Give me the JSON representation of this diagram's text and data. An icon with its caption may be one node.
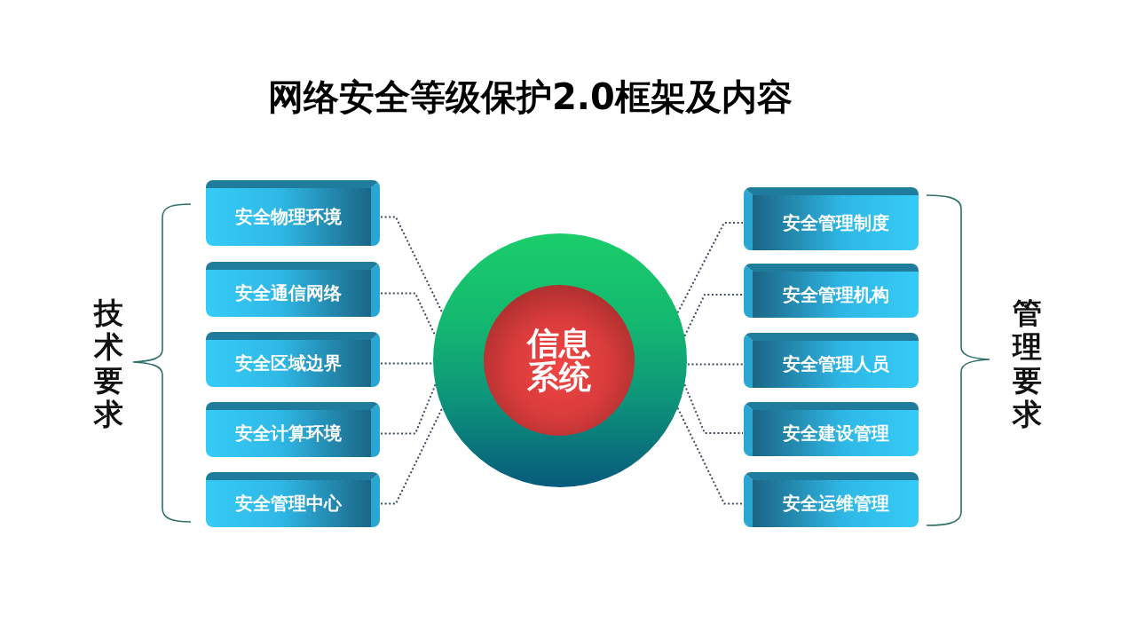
{
  "diagram": {
    "title": "网络安全等级保护2.0框架及内容",
    "nodes": [
      {
        "text": [
          "安全物理环境"
        ]
      },
      {
        "text": [
          "安全通信网络"
        ]
      },
      {
        "text": [
          "安全区域边界"
        ]
      },
      {
        "text": [
          "安全计算环境"
        ]
      },
      {
        "text": [
          "安全管理中心"
        ]
      },
      {
        "text": [],
        "shape": "circle"
      },
      {
        "text": [
          "信息系统"
        ],
        "in": 5
      },
      {
        "text": [
          "安全管理制度"
        ]
      },
      {
        "text": [
          "安全管理机构"
        ]
      },
      {
        "text": [
          "安全管理人员"
        ]
      },
      {
        "text": [
          "安全建设管理"
        ]
      },
      {
        "text": [
          "安全运维管理"
        ]
      }
    ],
    "edges": [
      {
        "from": 0,
        "to": 5,
        "arrow": "none",
        "style": "dashed"
      },
      {
        "from": 1,
        "to": 5,
        "arrow": "none",
        "style": "dashed"
      },
      {
        "from": 2,
        "to": 5,
        "arrow": "none",
        "style": "dashed"
      },
      {
        "from": 3,
        "to": 5,
        "arrow": "none",
        "style": "dashed"
      },
      {
        "from": 4,
        "to": 5,
        "arrow": "none",
        "style": "dashed"
      },
      {
        "from": 5,
        "to": 7,
        "arrow": "none",
        "style": "dashed"
      },
      {
        "from": 5,
        "to": 8,
        "arrow": "none",
        "style": "dashed"
      },
      {
        "from": 5,
        "to": 9,
        "arrow": "none",
        "style": "dashed"
      },
      {
        "from": 5,
        "to": 10,
        "arrow": "none",
        "style": "dashed"
      },
      {
        "from": 5,
        "to": 11,
        "arrow": "none",
        "style": "dashed"
      }
    ],
    "labels": [
      "技术要求",
      "管理要求"
    ]
  }
}
